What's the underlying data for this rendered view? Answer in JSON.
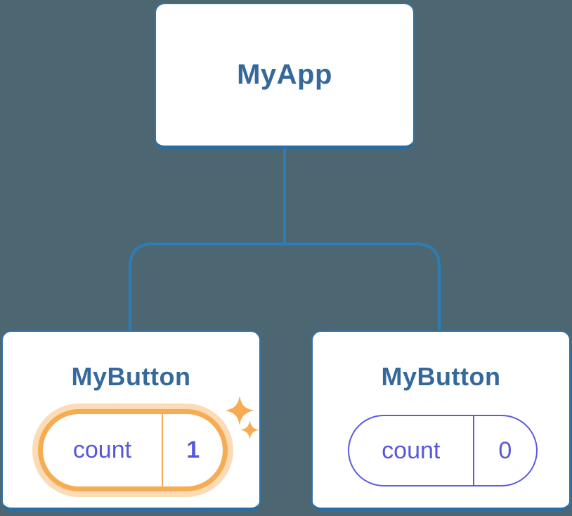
{
  "diagram": {
    "root": {
      "label": "MyApp"
    },
    "children": [
      {
        "label": "MyButton",
        "state": {
          "key": "count",
          "value": "1",
          "highlighted": true
        }
      },
      {
        "label": "MyButton",
        "state": {
          "key": "count",
          "value": "0",
          "highlighted": false
        }
      }
    ]
  },
  "icons": {
    "sparkle_large": "sparkle-icon",
    "sparkle_small": "sparkle-icon"
  },
  "colors": {
    "background": "#4C6771",
    "connector": "#2E7CB5",
    "card_bg": "#FFFFFF",
    "card_border": "#3173A9",
    "card_bottom": "#2B6DA3",
    "title_text": "#35689B",
    "state_text": "#5757DC",
    "state_border": "#5B5BE0",
    "highlight_orange": "#F6AC52",
    "highlight_halo": "rgba(246,172,82,0.42)"
  }
}
